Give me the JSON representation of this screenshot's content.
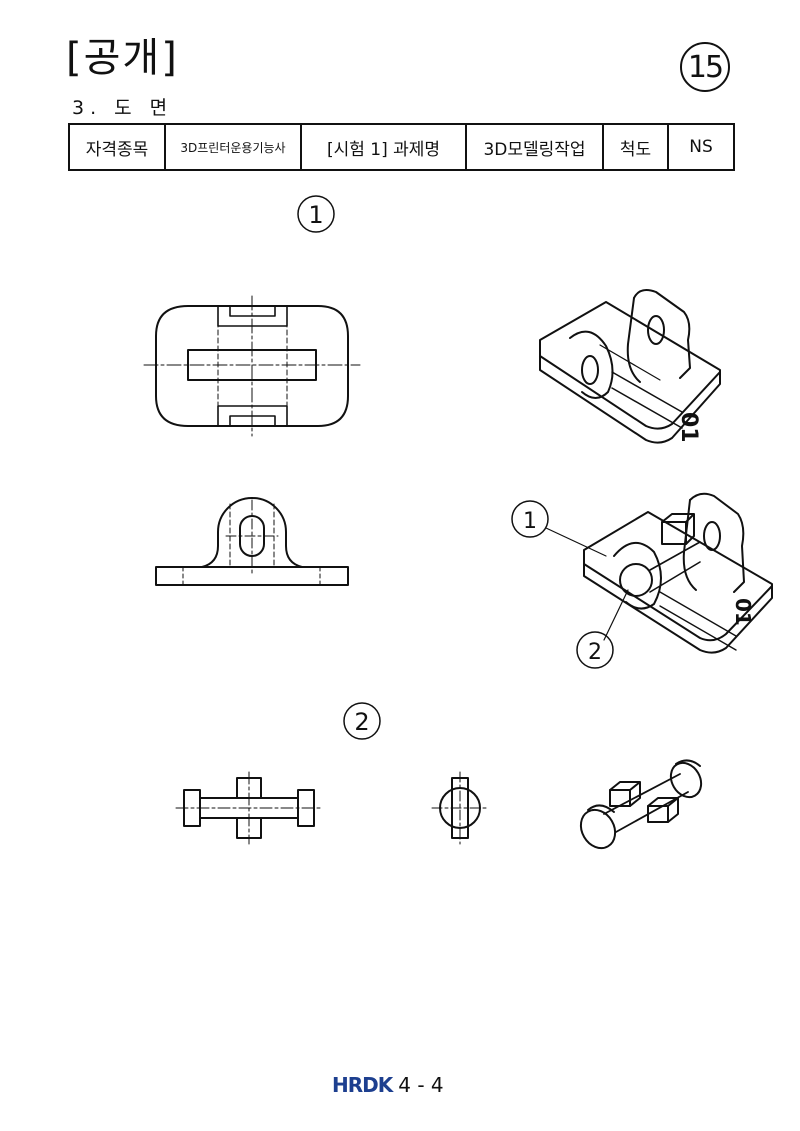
{
  "header": {
    "title": "[공개]",
    "section": "3. 도 면",
    "badge": "15"
  },
  "info_table": {
    "cells": [
      "자격종목",
      "3D프린터운용기능사",
      "[시험 1] 과제명",
      "3D모델링작업",
      "척도",
      "NS"
    ]
  },
  "drawing": {
    "part_label_1": "1",
    "part_label_2": "2",
    "balloon_1": "1",
    "balloon_2": "2",
    "engraving": "01"
  },
  "footer": {
    "logo": "HRDK",
    "page": "4 - 4"
  }
}
